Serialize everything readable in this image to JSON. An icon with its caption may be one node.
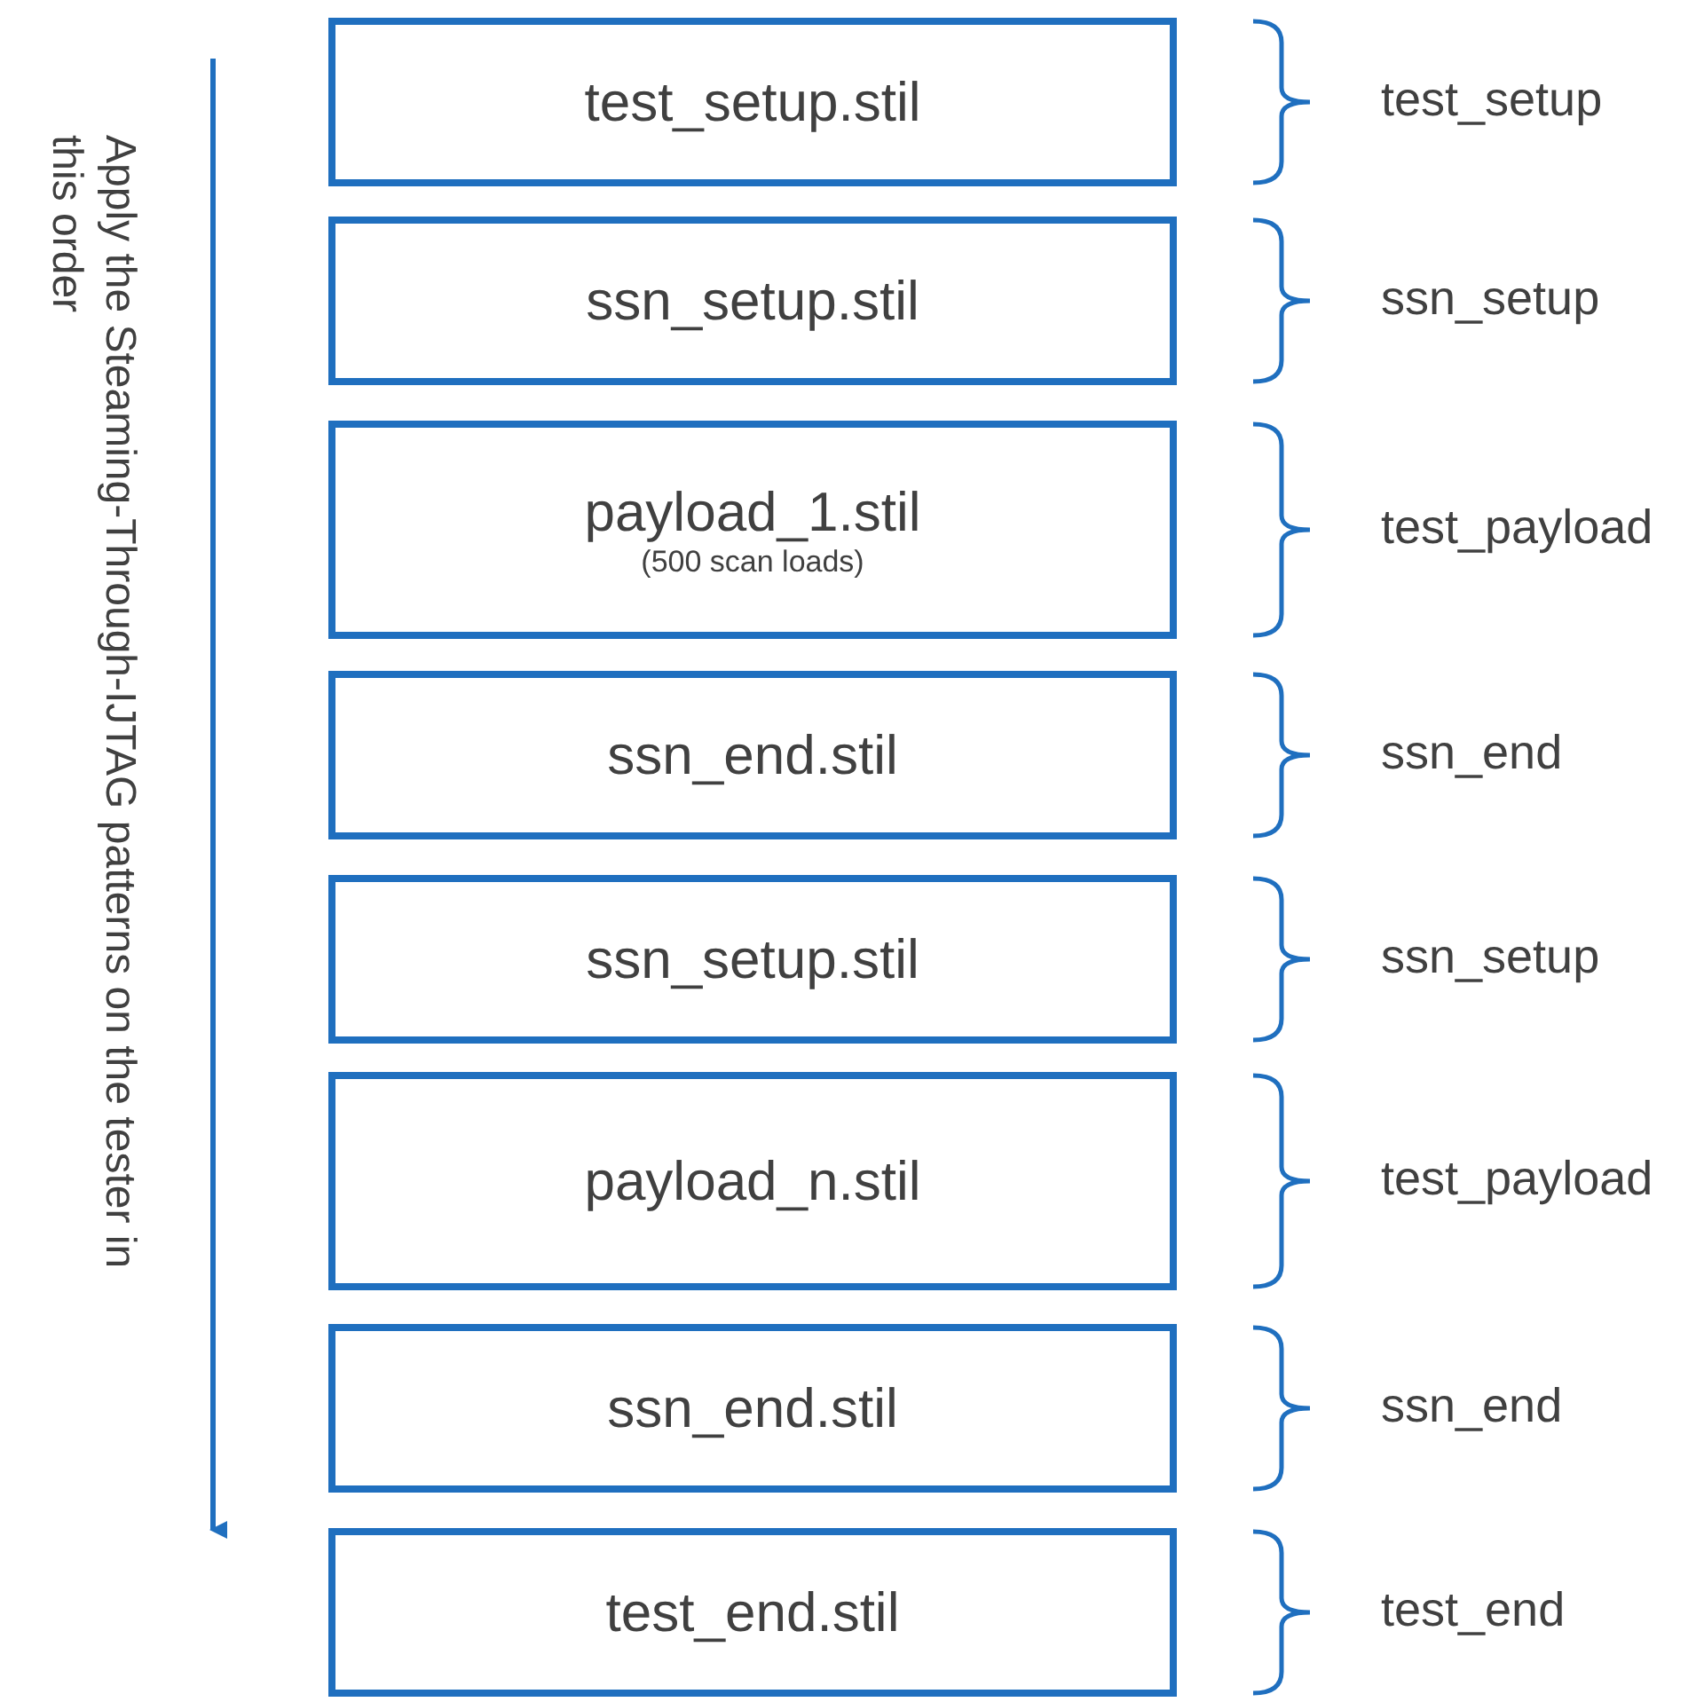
{
  "diagram": {
    "nodes": [
      {
        "text": [
          "test_setup.stil"
        ]
      },
      {
        "text": [
          "ssn_setup.stil"
        ]
      },
      {
        "text": [
          "payload_1.stil",
          "(500 scan loads)"
        ]
      },
      {
        "text": [
          "ssn_end.stil"
        ]
      },
      {
        "text": [
          "ssn_setup.stil"
        ]
      },
      {
        "text": [
          "payload_n.stil"
        ]
      },
      {
        "text": [
          "ssn_end.stil"
        ]
      },
      {
        "text": [
          "test_end.stil"
        ]
      }
    ],
    "edges": [],
    "labels": [
      "test_setup",
      "Apply the Steaming-Through-IJTAG patterns on the tester in this order",
      "ssn_setup",
      "test_payload",
      "ssn_end",
      "ssn_setup",
      "test_payload",
      "ssn_end",
      "test_end"
    ]
  }
}
